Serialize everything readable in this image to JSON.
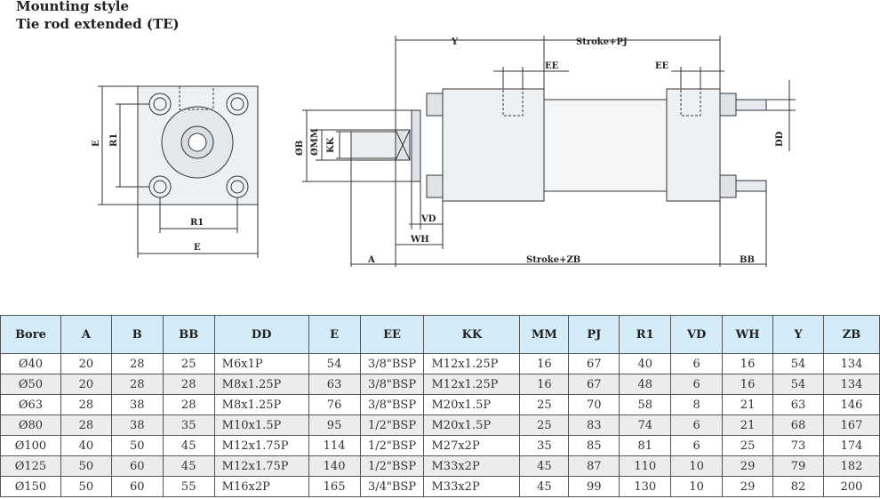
{
  "title": {
    "line1": "Mounting style",
    "line2": "Tie rod extended (TE)"
  },
  "drawing": {
    "front_view": {
      "e_vertical": "E",
      "r1_vertical": "R1",
      "r1_horizontal": "R1",
      "e_horizontal": "E"
    },
    "side_view": {
      "y": "Y",
      "stroke_pj": "Stroke+PJ",
      "ee_front": "EE",
      "ee_rear": "EE",
      "ob": "ØB",
      "omm": "ØMM",
      "kk": "KK",
      "dd": "DD",
      "vd": "VD",
      "wh": "WH",
      "a": "A",
      "stroke_zb": "Stroke+ZB",
      "bb": "BB"
    }
  },
  "table": {
    "headers": [
      "Bore",
      "A",
      "B",
      "BB",
      "DD",
      "E",
      "EE",
      "KK",
      "MM",
      "PJ",
      "R1",
      "VD",
      "WH",
      "Y",
      "ZB"
    ],
    "rows": [
      [
        "Ø40",
        "20",
        "28",
        "25",
        "M6x1P",
        "54",
        "3/8\"BSP",
        "M12x1.25P",
        "16",
        "67",
        "40",
        "6",
        "16",
        "54",
        "134"
      ],
      [
        "Ø50",
        "20",
        "28",
        "28",
        "M8x1.25P",
        "63",
        "3/8\"BSP",
        "M12x1.25P",
        "16",
        "67",
        "48",
        "6",
        "16",
        "54",
        "134"
      ],
      [
        "Ø63",
        "28",
        "38",
        "28",
        "M8x1.25P",
        "76",
        "3/8\"BSP",
        "M20x1.5P",
        "25",
        "70",
        "58",
        "8",
        "21",
        "63",
        "146"
      ],
      [
        "Ø80",
        "28",
        "38",
        "35",
        "M10x1.5P",
        "95",
        "1/2\"BSP",
        "M20x1.5P",
        "25",
        "83",
        "74",
        "6",
        "21",
        "68",
        "167"
      ],
      [
        "Ø100",
        "40",
        "50",
        "45",
        "M12x1.75P",
        "114",
        "1/2\"BSP",
        "M27x2P",
        "35",
        "85",
        "81",
        "6",
        "25",
        "73",
        "174"
      ],
      [
        "Ø125",
        "50",
        "60",
        "45",
        "M12x1.75P",
        "140",
        "1/2\"BSP",
        "M33x2P",
        "45",
        "87",
        "110",
        "10",
        "29",
        "79",
        "182"
      ],
      [
        "Ø150",
        "50",
        "60",
        "55",
        "M16x2P",
        "165",
        "3/4\"BSP",
        "M33x2P",
        "45",
        "99",
        "130",
        "10",
        "29",
        "82",
        "200"
      ]
    ]
  }
}
